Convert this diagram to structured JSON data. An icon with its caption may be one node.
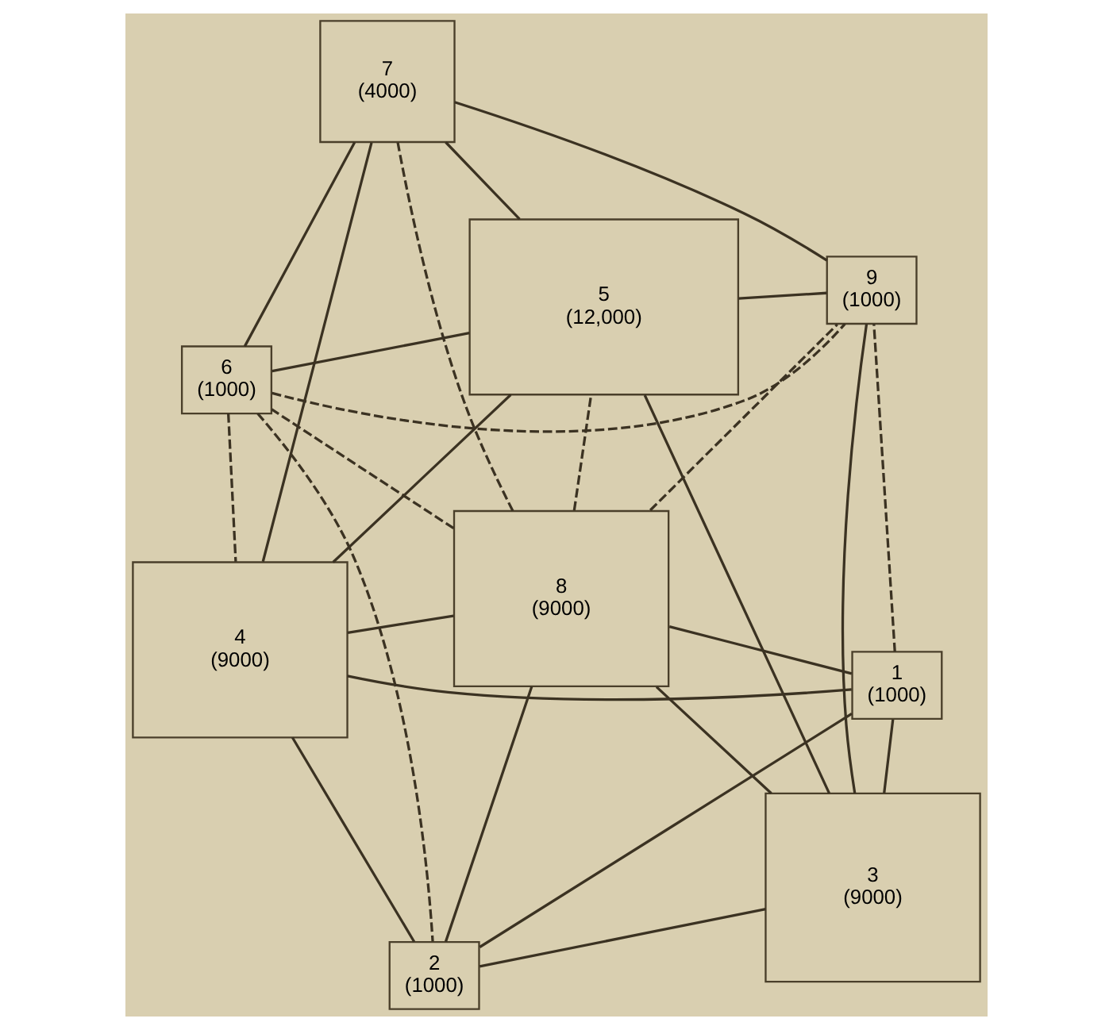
{
  "diagram": {
    "nodes": [
      {
        "text": [
          "8",
          "(9000)"
        ]
      },
      {
        "text": [
          "5",
          "(12,000)"
        ]
      },
      {
        "text": [
          "3",
          "(9000)"
        ]
      },
      {
        "text": [
          "6",
          "(1000)"
        ]
      },
      {
        "text": [
          "1",
          "(1000)"
        ]
      },
      {
        "text": [
          "9",
          "(1000)"
        ]
      },
      {
        "text": [
          "2",
          "(1000)"
        ]
      },
      {
        "text": [
          "4",
          "(9000)"
        ]
      },
      {
        "text": [
          "7",
          "(4000)"
        ]
      }
    ],
    "edges": [
      {
        "from": 0,
        "to": 7,
        "arrow": "none"
      },
      {
        "from": 0,
        "to": 6,
        "arrow": "none"
      },
      {
        "from": 0,
        "to": 4,
        "arrow": "none"
      },
      {
        "from": 0,
        "to": 2,
        "arrow": "none"
      },
      {
        "from": 0,
        "to": 1,
        "arrow": "none",
        "style": "dashed"
      },
      {
        "from": 0,
        "to": 3,
        "arrow": "none",
        "style": "dashed"
      },
      {
        "from": 0,
        "to": 5,
        "arrow": "none",
        "style": "dashed"
      },
      {
        "from": 0,
        "to": 8,
        "arrow": "none",
        "style": "dashed"
      },
      {
        "from": 1,
        "to": 2,
        "arrow": "none"
      },
      {
        "from": 1,
        "to": 5,
        "arrow": "none"
      },
      {
        "from": 1,
        "to": 8,
        "arrow": "none"
      },
      {
        "from": 1,
        "to": 3,
        "arrow": "none"
      },
      {
        "from": 1,
        "to": 7,
        "arrow": "none"
      },
      {
        "from": 3,
        "to": 6,
        "arrow": "none",
        "style": "dashed"
      },
      {
        "from": 3,
        "to": 8,
        "arrow": "none"
      },
      {
        "from": 3,
        "to": 5,
        "arrow": "none",
        "style": "dashed"
      },
      {
        "from": 3,
        "to": 7,
        "arrow": "none",
        "style": "dashed"
      },
      {
        "from": 4,
        "to": 5,
        "arrow": "none",
        "style": "dashed"
      },
      {
        "from": 4,
        "to": 7,
        "arrow": "none"
      },
      {
        "from": 4,
        "to": 2,
        "arrow": "none"
      },
      {
        "from": 4,
        "to": 6,
        "arrow": "none"
      },
      {
        "from": 6,
        "to": 2,
        "arrow": "none"
      },
      {
        "from": 6,
        "to": 7,
        "arrow": "none"
      },
      {
        "from": 2,
        "to": 5,
        "arrow": "none"
      },
      {
        "from": 5,
        "to": 8,
        "arrow": "none"
      },
      {
        "from": 7,
        "to": 8,
        "arrow": "none"
      }
    ]
  }
}
